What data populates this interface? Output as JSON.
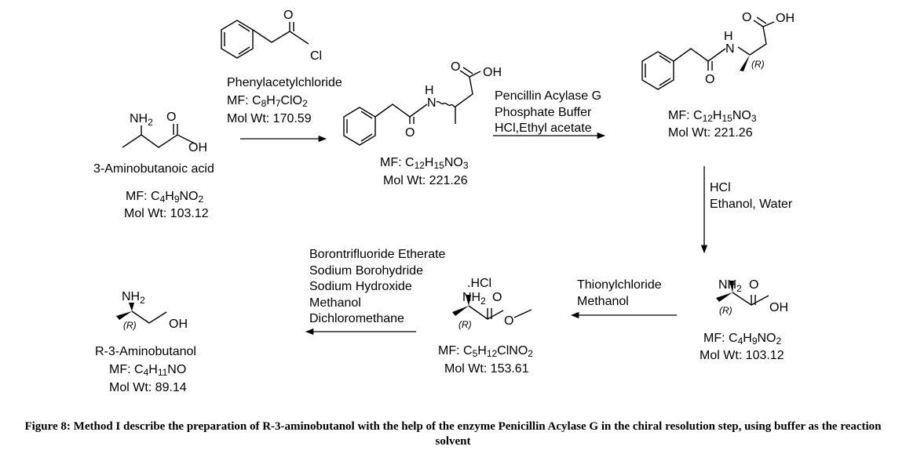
{
  "molecules": [
    {
      "name": "3-Aminobutanoic acid",
      "formula_prefix": "MF: ",
      "formula": "C4H9NO2",
      "mol_wt": "Mol Wt: 103.12"
    },
    {
      "name": "Phenylacetylchloride",
      "formula_prefix": "MF: ",
      "formula": "C8H7ClO2",
      "mol_wt": "Mol Wt: 170.59"
    },
    {
      "name": "",
      "formula_prefix": "MF: ",
      "formula": "C12H15NO3",
      "mol_wt": "Mol Wt: 221.26"
    },
    {
      "name": "",
      "formula_prefix": "MF: ",
      "formula": "C12H15NO3",
      "mol_wt": "Mol Wt: 221.26"
    },
    {
      "name": "",
      "formula_prefix": "MF: ",
      "formula": "C4H9NO2",
      "mol_wt": "Mol Wt: 103.12"
    },
    {
      "name": "",
      "formula_prefix": "MF: ",
      "formula": "C5H12ClNO2",
      "mol_wt": "Mol Wt: 153.61"
    },
    {
      "name": "R-3-Aminobutanol",
      "formula_prefix": "MF: ",
      "formula": "C4H11NO",
      "mol_wt": "Mol Wt: 89.14"
    }
  ],
  "conditions": {
    "step2": [
      "Pencillin Acylase G",
      "Phosphate Buffer",
      "HCl,Ethyl acetate"
    ],
    "step3": [
      "HCl",
      "Ethanol, Water"
    ],
    "step4": [
      "Thionylchloride",
      "Methanol"
    ],
    "step5": [
      "Borontrifluoride Etherate",
      "Sodium Borohydride",
      "Sodium Hydroxide",
      "Methanol",
      "Dichloromethane"
    ]
  },
  "atom_labels": {
    "nh2": "NH2",
    "nh2_base": "NH",
    "nh2_sub": "2",
    "n": "N",
    "h": "H",
    "o": "O",
    "oh": "OH",
    "cl": "Cl",
    "r": "(R)",
    "hcl_salt": ".HCl"
  },
  "caption": "Figure 8: Method I describe the preparation of R-3-aminobutanol with the help of the enzyme Penicillin Acylase G in the chiral resolution step, using buffer as the reaction solvent"
}
